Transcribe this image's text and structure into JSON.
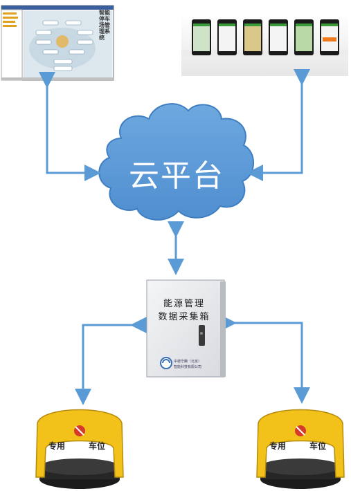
{
  "cloud": {
    "label": "云平台"
  },
  "box": {
    "line1": "能源管理",
    "line2": "数据采集箱",
    "company1": "中德华腾（北京）",
    "company2": "智能科技有限公司"
  },
  "software": {
    "title": "智能停车场管理系统"
  },
  "lock_left": {
    "text1": "专用",
    "text2": "车位"
  },
  "lock_right": {
    "text1": "专用",
    "text2": "车位"
  },
  "colors": {
    "arrow": "#5b9bd5",
    "cloud": "#5b9bd5",
    "lock_yellow": "#f2c21b"
  }
}
